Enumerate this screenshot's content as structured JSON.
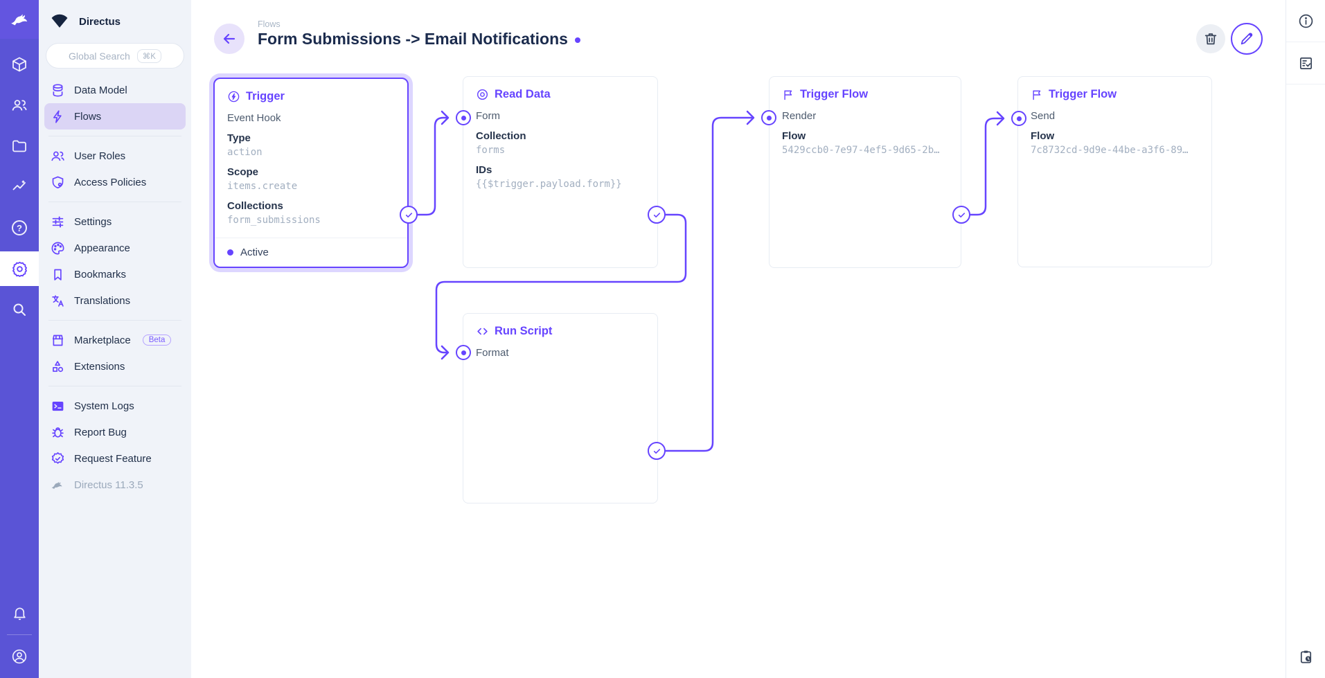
{
  "app": {
    "accent_color": "#6644FF",
    "rail_color": "#5A54D6"
  },
  "rail": {
    "icons": [
      "directus-logo",
      "content-module",
      "users-module",
      "files-module",
      "insights-module",
      "help-module",
      "settings-module",
      "search-module",
      "notifications",
      "account"
    ],
    "active_module": "settings-module"
  },
  "sidebar": {
    "project_name": "Directus",
    "search": {
      "placeholder": "Global Search",
      "shortcut": "⌘K"
    },
    "groups": [
      {
        "items": [
          {
            "label": "Data Model",
            "icon": "database-icon"
          },
          {
            "label": "Flows",
            "icon": "bolt-icon",
            "active": true
          }
        ]
      },
      {
        "items": [
          {
            "label": "User Roles",
            "icon": "users-icon"
          },
          {
            "label": "Access Policies",
            "icon": "shield-lock-icon"
          }
        ]
      },
      {
        "items": [
          {
            "label": "Settings",
            "icon": "tune-icon"
          },
          {
            "label": "Appearance",
            "icon": "palette-icon"
          },
          {
            "label": "Bookmarks",
            "icon": "bookmark-icon"
          },
          {
            "label": "Translations",
            "icon": "translate-icon"
          }
        ]
      },
      {
        "items": [
          {
            "label": "Marketplace",
            "icon": "storefront-icon",
            "badge": "Beta"
          },
          {
            "label": "Extensions",
            "icon": "extensions-icon"
          }
        ]
      },
      {
        "items": [
          {
            "label": "System Logs",
            "icon": "terminal-icon"
          },
          {
            "label": "Report Bug",
            "icon": "bug-icon"
          },
          {
            "label": "Request Feature",
            "icon": "verified-icon"
          }
        ]
      }
    ],
    "version": "Directus 11.3.5"
  },
  "header": {
    "breadcrumb": "Flows",
    "title": "Form Submissions -> Email Notifications",
    "actions": [
      {
        "icon": "trash-icon"
      },
      {
        "icon": "edit-icon"
      }
    ]
  },
  "flow": {
    "panels": [
      {
        "key": "trigger",
        "title": "Trigger",
        "icon": "bolt-circle-icon",
        "option": "Event Hook",
        "fields": [
          {
            "label": "Type",
            "value": "action"
          },
          {
            "label": "Scope",
            "value": "items.create"
          },
          {
            "label": "Collections",
            "value": "form_submissions"
          }
        ],
        "status": "Active",
        "selected": true
      },
      {
        "key": "read-data",
        "title": "Read Data",
        "icon": "eye-icon",
        "option": "Form",
        "fields": [
          {
            "label": "Collection",
            "value": "forms"
          },
          {
            "label": "IDs",
            "value": "{{$trigger.payload.form}}"
          }
        ]
      },
      {
        "key": "trigger-flow-render",
        "title": "Trigger Flow",
        "icon": "flag-icon",
        "option": "Render",
        "fields": [
          {
            "label": "Flow",
            "value": "5429ccb0-7e97-4ef5-9d65-2b…"
          }
        ]
      },
      {
        "key": "trigger-flow-send",
        "title": "Trigger Flow",
        "icon": "flag-icon",
        "option": "Send",
        "fields": [
          {
            "label": "Flow",
            "value": "7c8732cd-9d9e-44be-a3f6-89…"
          }
        ]
      },
      {
        "key": "run-script",
        "title": "Run Script",
        "icon": "code-icon",
        "option": "Format",
        "fields": []
      }
    ]
  },
  "rightbar": {
    "icons": [
      "info-icon",
      "checklist-icon",
      "clipboard-icon"
    ]
  }
}
